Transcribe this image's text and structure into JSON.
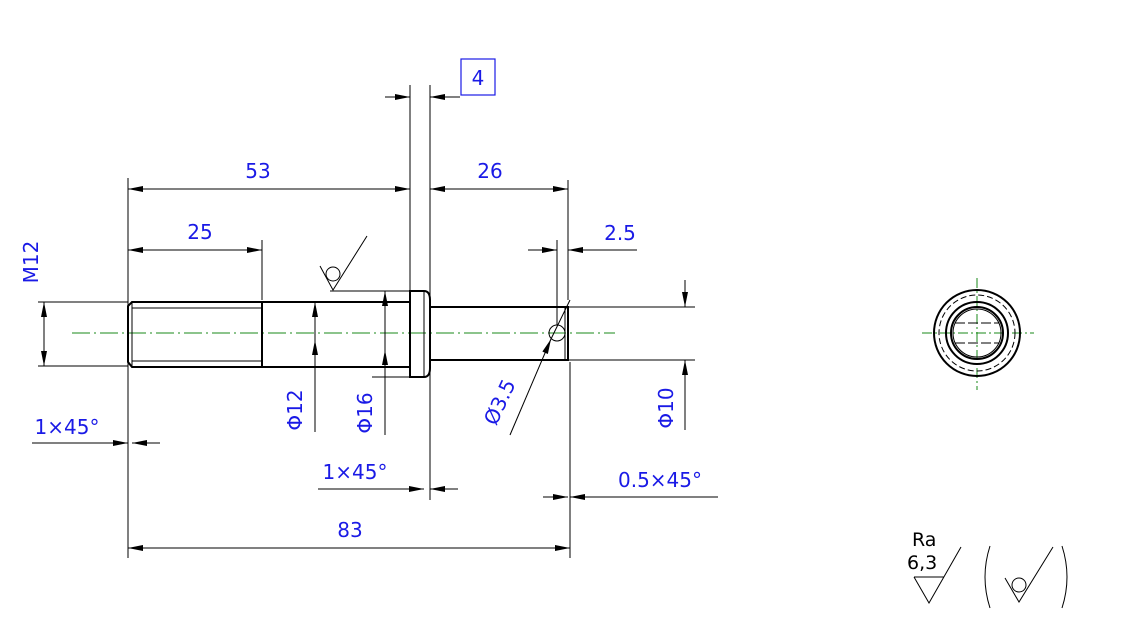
{
  "drawing": {
    "dimensions": {
      "len_53": "53",
      "len_26": "26",
      "len_25": "25",
      "len_4": "4",
      "len_2_5": "2.5",
      "len_83": "83",
      "thread_m12": "M12",
      "dia_12": "Φ12",
      "dia_16": "Φ16",
      "dia_3_5": "Ø3.5",
      "dia_10": "Φ10",
      "chamfer_left": "1×45°",
      "chamfer_mid": "1×45°",
      "chamfer_right": "0.5×45°"
    },
    "roughness": {
      "param": "Ra",
      "value": "6,3"
    },
    "colors": {
      "dimension": "#1a1ae6",
      "centerline": "#1a8a1a",
      "outline": "#000000"
    }
  }
}
